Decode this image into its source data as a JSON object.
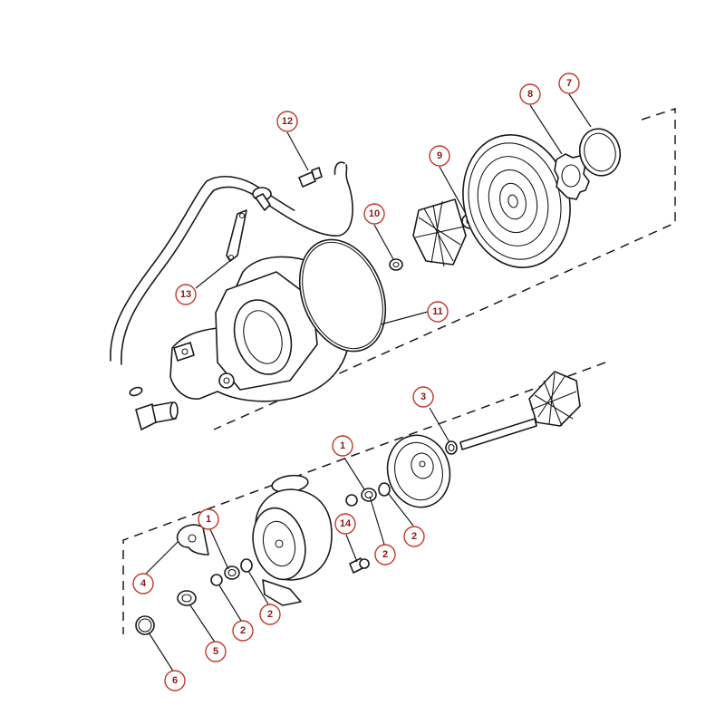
{
  "diagram": {
    "colors": {
      "callout_ring": "#c0392b",
      "callout_text": "#8b1a1a",
      "line": "#1a1a1a",
      "background": "#ffffff"
    },
    "callouts": [
      {
        "id": "c12",
        "label": "12"
      },
      {
        "id": "c9",
        "label": "9"
      },
      {
        "id": "c8",
        "label": "8"
      },
      {
        "id": "c7",
        "label": "7"
      },
      {
        "id": "c10",
        "label": "10"
      },
      {
        "id": "c13",
        "label": "13"
      },
      {
        "id": "c11",
        "label": "11"
      },
      {
        "id": "c3",
        "label": "3"
      },
      {
        "id": "c1a",
        "label": "1"
      },
      {
        "id": "c2a",
        "label": "2"
      },
      {
        "id": "c2b",
        "label": "2"
      },
      {
        "id": "c14",
        "label": "14"
      },
      {
        "id": "c1b",
        "label": "1"
      },
      {
        "id": "c4",
        "label": "4"
      },
      {
        "id": "c2c",
        "label": "2"
      },
      {
        "id": "c2d",
        "label": "2"
      },
      {
        "id": "c5",
        "label": "5"
      },
      {
        "id": "c6",
        "label": "6"
      }
    ]
  }
}
